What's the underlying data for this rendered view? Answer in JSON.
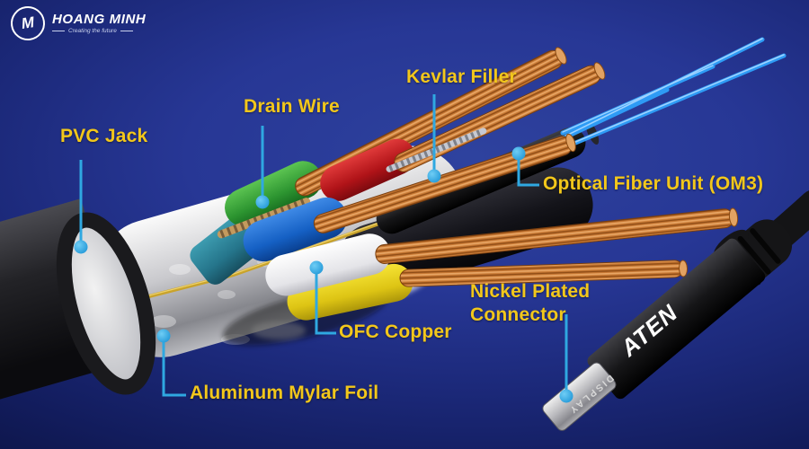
{
  "brand": {
    "name": "HOANG MINH",
    "tagline": "Creating the future",
    "monogram": "M"
  },
  "callouts": {
    "pvc_jack": "PVC Jack",
    "drain_wire": "Drain Wire",
    "kevlar_filler": "Kevlar Filler",
    "optical_fiber_unit": "Optical Fiber Unit (OM3)",
    "ofc_copper": "OFC Copper",
    "nickel_plated_line1": "Nickel Plated",
    "nickel_plated_line2": "Connector",
    "aluminum_mylar_foil": "Aluminum Mylar Foil"
  },
  "connector": {
    "brand_text": "ATEN",
    "port_text": "DISPLAY"
  },
  "colors": {
    "label_yellow": "#F2C71B",
    "pointer_cyan": "#2FA8E1",
    "background_blue": "#273795",
    "fiber_blue": "#2F9DFF",
    "copper": "#C97A35"
  }
}
